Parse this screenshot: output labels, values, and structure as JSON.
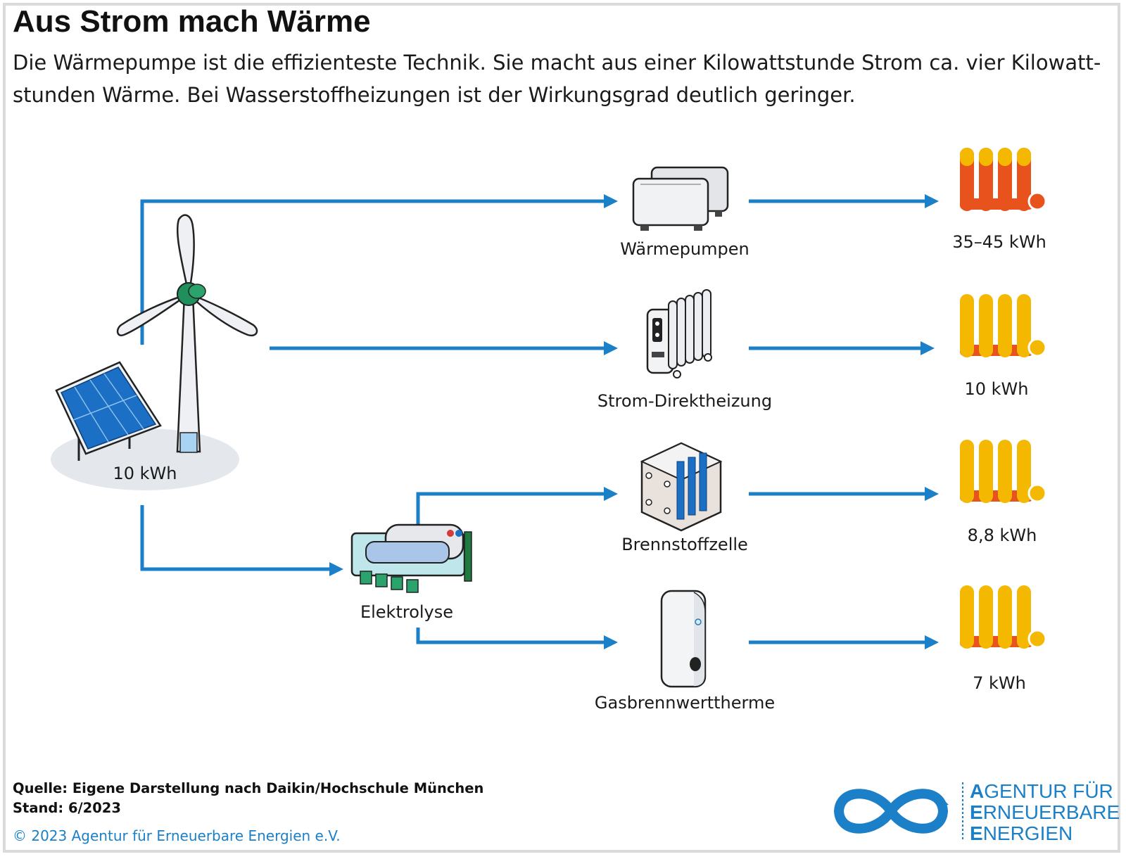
{
  "header": {
    "title": "Aus Strom mach Wärme",
    "subtitle": "Die Wärmepumpe ist die effizienteste Technik. Sie macht aus einer Kilowattstunde Strom ca. vier Kilowatt-stunden Wärme. Bei Wasserstoffheizungen ist der Wirkungsgrad deutlich geringer."
  },
  "source": {
    "input_label": "10 kWh",
    "electrolysis_label": "Elektrolyse"
  },
  "technologies": [
    {
      "name": "Wärmepumpen",
      "output": "35–45 kWh",
      "icon": "heat-pump-icon",
      "radiator_color": "#e8531d"
    },
    {
      "name": "Strom-Direktheizung",
      "output": "10 kWh",
      "icon": "oil-radiator-icon",
      "radiator_color": "#f5b800"
    },
    {
      "name": "Brennstoffzelle",
      "output": "8,8 kWh",
      "icon": "fuel-cell-icon",
      "radiator_color": "#f5b800"
    },
    {
      "name": "Gasbrennwerttherme",
      "output": "7 kWh",
      "icon": "gas-boiler-icon",
      "radiator_color": "#f5b800"
    }
  ],
  "footer": {
    "source_line": "Quelle: Eigene Darstellung nach Daikin/Hochschule München",
    "date_line": "Stand: 6/2023",
    "copyright": "© 2023 Agentur für Erneuerbare Energien e.V."
  },
  "logo": {
    "line1_initial": "A",
    "line1_rest": "GENTUR FÜR",
    "line2_initial": "E",
    "line2_rest": "RNEUERBARE",
    "line3_initial": "E",
    "line3_rest": "NERGIEN"
  },
  "colors": {
    "arrow": "#1b80c8",
    "heat_high": "#e8531d",
    "heat_low": "#f5b800",
    "heat_low_base": "#e8531d"
  }
}
